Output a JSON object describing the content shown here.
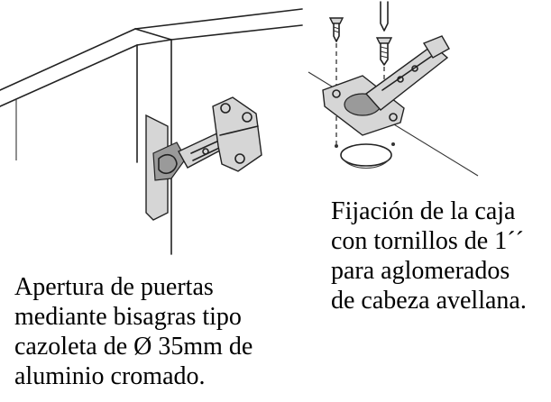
{
  "illustrations": {
    "left": {
      "icon": "cabinet-door-concealed-hinge-drawing"
    },
    "right": {
      "icon": "hinge-cup-screw-fixing-drawing"
    }
  },
  "captions": {
    "left": "Apertura de puertas\nmediante bisagras tipo\ncazoleta de Ø 35mm de\naluminio cromado.",
    "right": "Fijación de la caja\ncon tornillos de 1´´\npara aglomerados\nde cabeza avellana."
  }
}
